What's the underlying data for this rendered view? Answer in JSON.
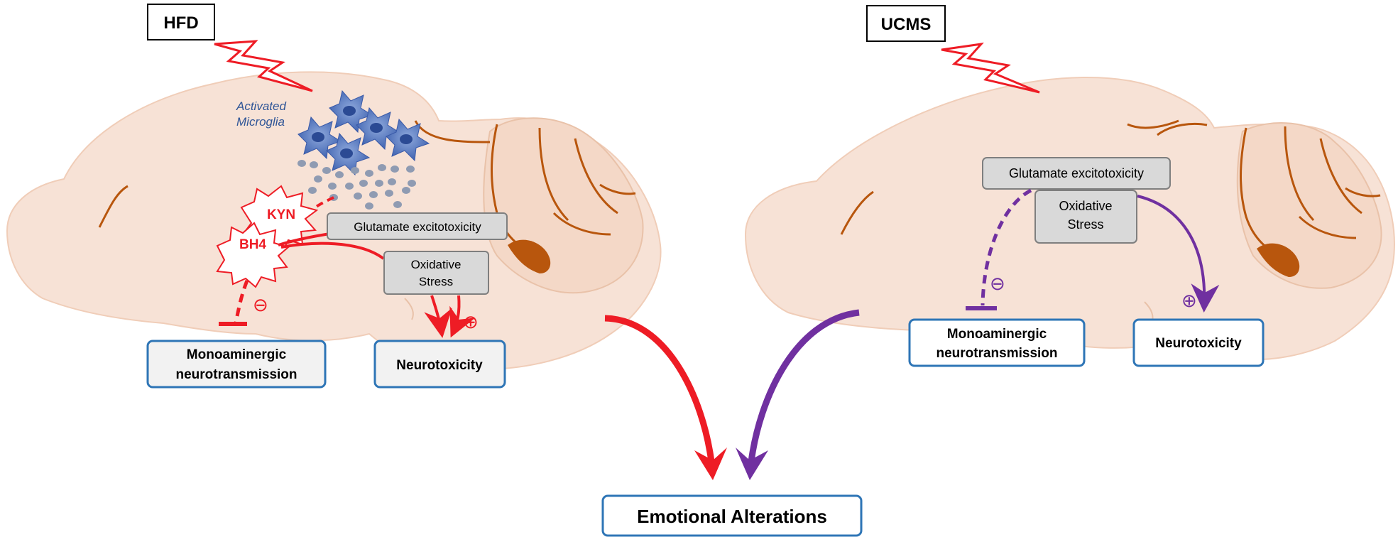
{
  "left_panel": {
    "title": "HFD",
    "microglia_label_line1": "Activated",
    "microglia_label_line2": "Microglia",
    "kyn_label": "KYN",
    "bh4_label": "BH4",
    "glutamate_label": "Glutamate excitotoxicity",
    "oxidative_line1": "Oxidative",
    "oxidative_line2": "Stress",
    "mono_line1": "Monoaminergic",
    "mono_line2": "neurotransmission",
    "neurotox_label": "Neurotoxicity",
    "inhibit_sign": "⊖",
    "promote_sign": "⊕"
  },
  "right_panel": {
    "title": "UCMS",
    "glutamate_label": "Glutamate excitotoxicity",
    "oxidative_line1": "Oxidative",
    "oxidative_line2": "Stress",
    "mono_line1": "Monoaminergic",
    "mono_line2": "neurotransmission",
    "neurotox_label": "Neurotoxicity",
    "inhibit_sign": "⊖",
    "promote_sign": "⊕"
  },
  "outcome": {
    "label": "Emotional Alterations"
  },
  "colors": {
    "hfd": "#ee1c25",
    "ucms": "#7030a0",
    "brain_fill": "#f7e2d6",
    "brain_stroke": "#f0cdb8",
    "sulcus": "#b8560d",
    "box_blue": "#2e75b6",
    "grey_box": "#d9d9d9",
    "microglia": "#4472c4",
    "microglia_label": "#2f5597"
  }
}
